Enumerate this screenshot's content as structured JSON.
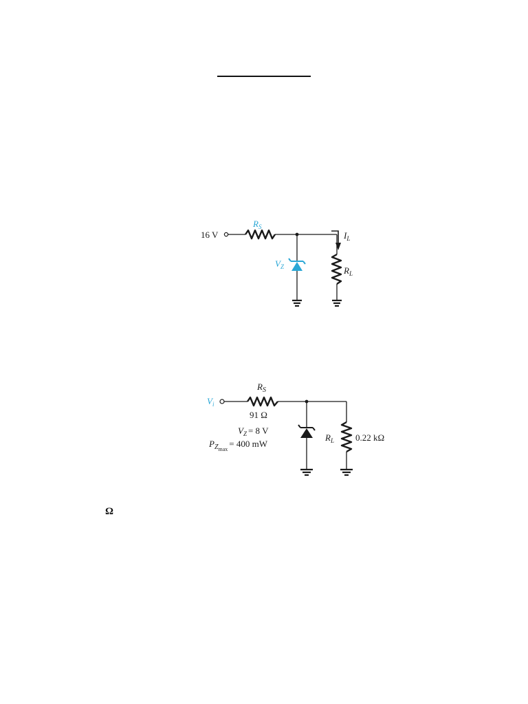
{
  "circuit1": {
    "source_label": "16 V",
    "rs_label": "R",
    "rs_sub": "S",
    "vz_label": "V",
    "vz_sub": "Z",
    "il_label": "I",
    "il_sub": "L",
    "rl_label": "R",
    "rl_sub": "L",
    "accent_color": "#2aa7d6"
  },
  "circuit2": {
    "vi_label": "V",
    "vi_sub": "i",
    "rs_label": "R",
    "rs_sub": "S",
    "rs_value": "91 Ω",
    "vz_label": "V",
    "vz_sub": "Z",
    "vz_value": "= 8 V",
    "pz_label": "P",
    "pz_sub": "Z",
    "pz_subsub": "max",
    "pz_value": "= 400 mW",
    "rl_label": "R",
    "rl_sub": "L",
    "rl_value": "0.22 kΩ"
  },
  "footer_symbol": "Ω"
}
